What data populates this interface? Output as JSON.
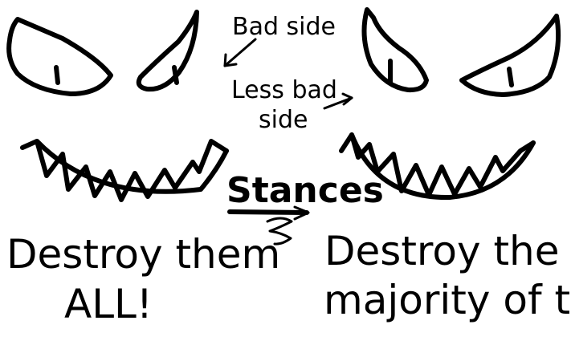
{
  "labels": {
    "bad_side": "Bad side",
    "less_bad_line1": "Less bad",
    "less_bad_line2": "side",
    "stances": "Stances",
    "left_line1": "Destroy them",
    "left_line2": "ALL!",
    "right_line1": "Destroy the vast",
    "right_line2": "majority of them!"
  },
  "colors": {
    "ink": "#000000",
    "background": "#ffffff"
  }
}
